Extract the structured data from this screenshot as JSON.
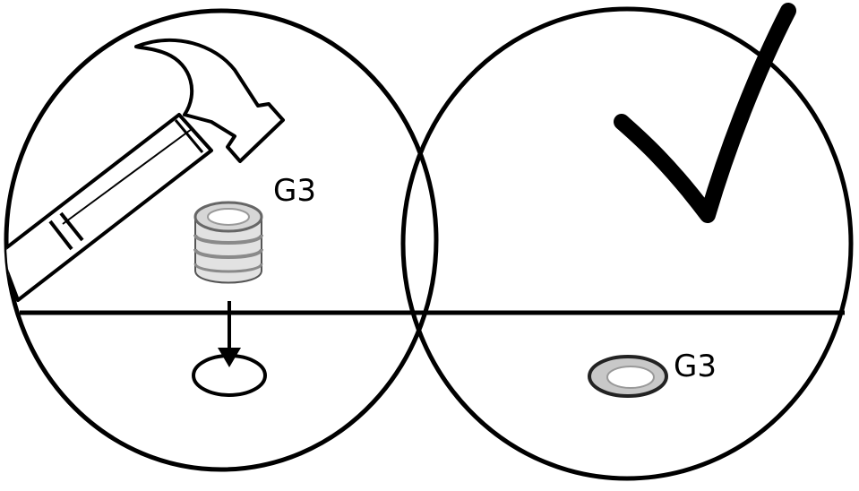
{
  "panels": [
    {
      "step": "insert",
      "part_label": "G3"
    },
    {
      "step": "done",
      "part_label": "G3"
    }
  ],
  "icons": [
    "hammer-icon",
    "insert-part-icon",
    "down-arrow-icon",
    "hole-icon",
    "checkmark-icon",
    "installed-part-icon"
  ],
  "colors": {
    "stroke": "#000000",
    "part_fill": "#e6e6e6",
    "part_shade": "#b3b3b3",
    "background": "#ffffff"
  }
}
